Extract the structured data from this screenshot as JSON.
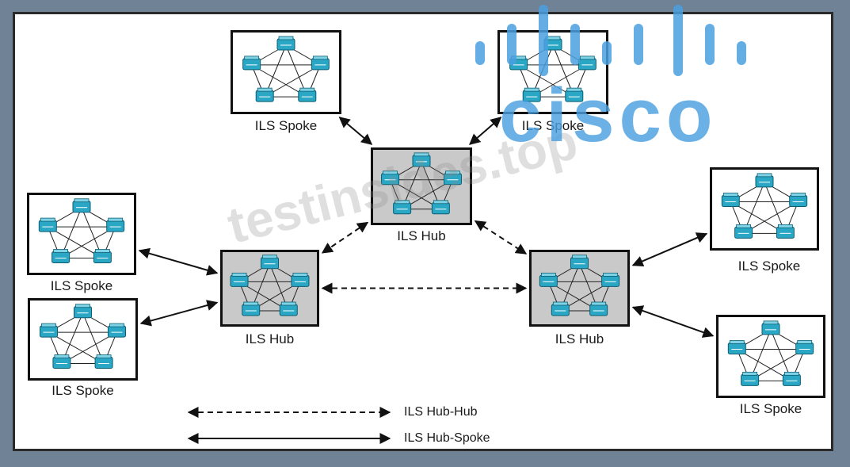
{
  "nodes": [
    {
      "id": "spoke-top-left",
      "kind": "spoke",
      "label": "ILS Spoke"
    },
    {
      "id": "spoke-top-right",
      "kind": "spoke",
      "label": "ILS Spoke"
    },
    {
      "id": "hub-center",
      "kind": "hub",
      "label": "ILS Hub"
    },
    {
      "id": "spoke-left-upper",
      "kind": "spoke",
      "label": "ILS Spoke"
    },
    {
      "id": "spoke-left-lower",
      "kind": "spoke",
      "label": "ILS Spoke"
    },
    {
      "id": "hub-left",
      "kind": "hub",
      "label": "ILS Hub"
    },
    {
      "id": "hub-right",
      "kind": "hub",
      "label": "ILS Hub"
    },
    {
      "id": "spoke-right-upper",
      "kind": "spoke",
      "label": "ILS Spoke"
    },
    {
      "id": "spoke-right-lower",
      "kind": "spoke",
      "label": "ILS Spoke"
    }
  ],
  "links": [
    {
      "from": "spoke-top-left",
      "to": "hub-center",
      "type": "hub-spoke"
    },
    {
      "from": "spoke-top-right",
      "to": "hub-center",
      "type": "hub-spoke"
    },
    {
      "from": "hub-center",
      "to": "hub-left",
      "type": "hub-hub"
    },
    {
      "from": "hub-center",
      "to": "hub-right",
      "type": "hub-hub"
    },
    {
      "from": "hub-left",
      "to": "hub-right",
      "type": "hub-hub"
    },
    {
      "from": "spoke-left-upper",
      "to": "hub-left",
      "type": "hub-spoke"
    },
    {
      "from": "spoke-left-lower",
      "to": "hub-left",
      "type": "hub-spoke"
    },
    {
      "from": "spoke-right-upper",
      "to": "hub-right",
      "type": "hub-spoke"
    },
    {
      "from": "spoke-right-lower",
      "to": "hub-right",
      "type": "hub-spoke"
    }
  ],
  "legend": {
    "hub_hub": "ILS Hub-Hub",
    "hub_spoke": "ILS Hub-Spoke"
  },
  "watermark": "testinsides.top",
  "logo": {
    "text": "cisco",
    "color": "#4aa0e0"
  },
  "colors": {
    "switch": "#2aa7c4",
    "hub_fill": "#c9c9c9",
    "background": "#6f8296"
  }
}
